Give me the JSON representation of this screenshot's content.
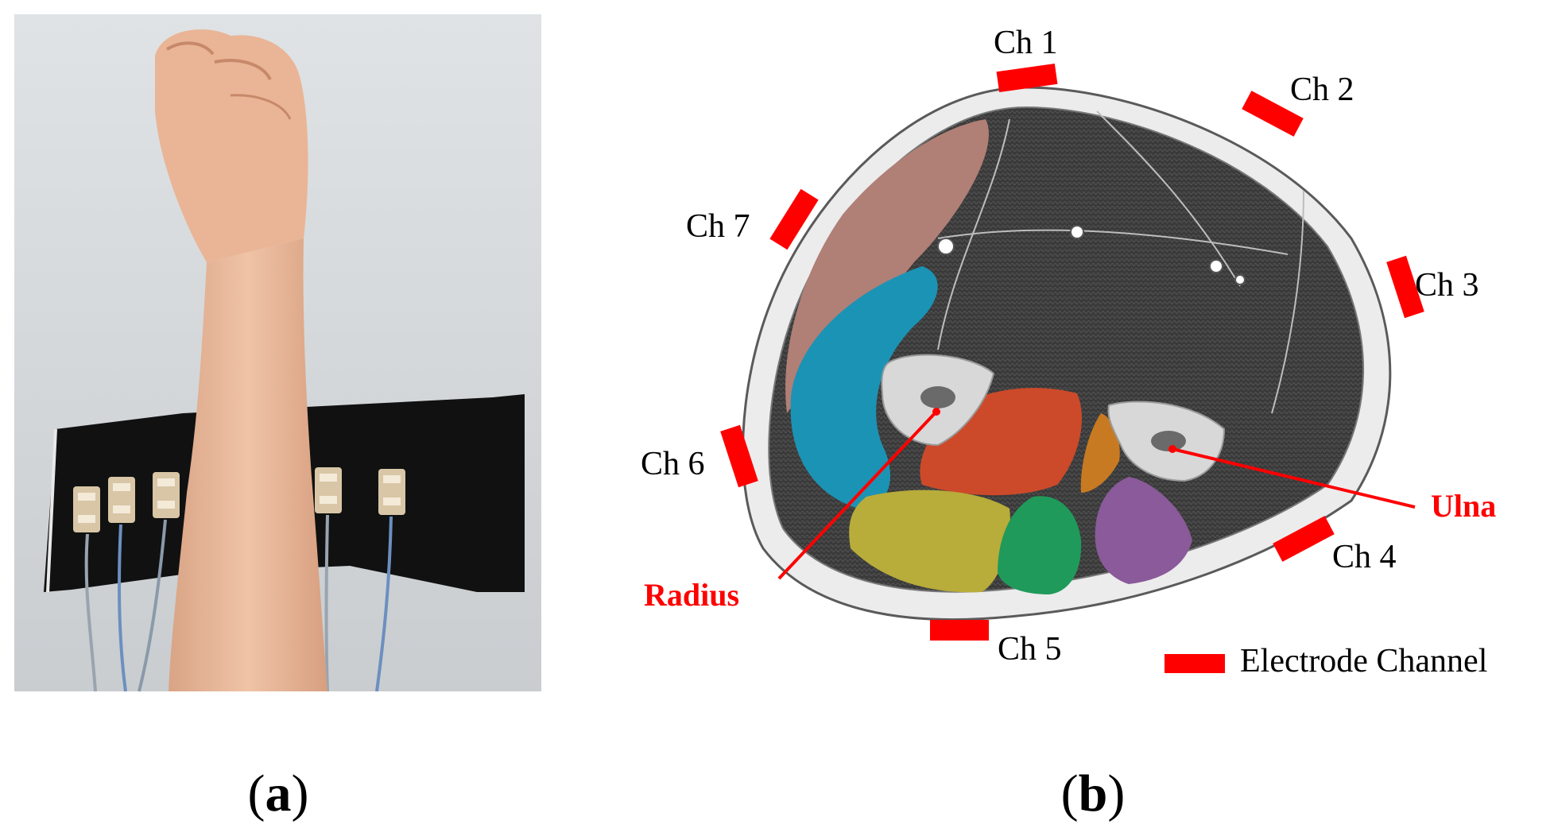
{
  "panels": {
    "a": {
      "paren_open": "(",
      "letter": "a",
      "paren_close": ")"
    },
    "b": {
      "paren_open": "(",
      "letter": "b",
      "paren_close": ")"
    }
  },
  "channels": [
    {
      "id": "ch1",
      "label": "Ch 1"
    },
    {
      "id": "ch2",
      "label": "Ch 2"
    },
    {
      "id": "ch3",
      "label": "Ch 3"
    },
    {
      "id": "ch4",
      "label": "Ch 4"
    },
    {
      "id": "ch5",
      "label": "Ch 5"
    },
    {
      "id": "ch6",
      "label": "Ch 6"
    },
    {
      "id": "ch7",
      "label": "Ch 7"
    }
  ],
  "bones": {
    "radius": "Radius",
    "ulna": "Ulna"
  },
  "legend": {
    "label": "Electrode Channel"
  },
  "colors": {
    "electrode": "#ff0000",
    "bone_label": "#ff0000",
    "muscle_pink": "#b07f76",
    "muscle_blue": "#1b93b5",
    "muscle_red": "#cc4a2a",
    "muscle_orange": "#c87a22",
    "muscle_yellow": "#b8ac3a",
    "muscle_green": "#1f9a5a",
    "muscle_purple": "#8a5a9a",
    "tissue_dark": "#3b3b3b",
    "skin_ring": "#e8e8e8",
    "band": "#111111",
    "photo_background": "#d5d9db",
    "arm_skin": "#e9b89a"
  },
  "icons": {
    "electrode_marker": "red-rectangle"
  }
}
